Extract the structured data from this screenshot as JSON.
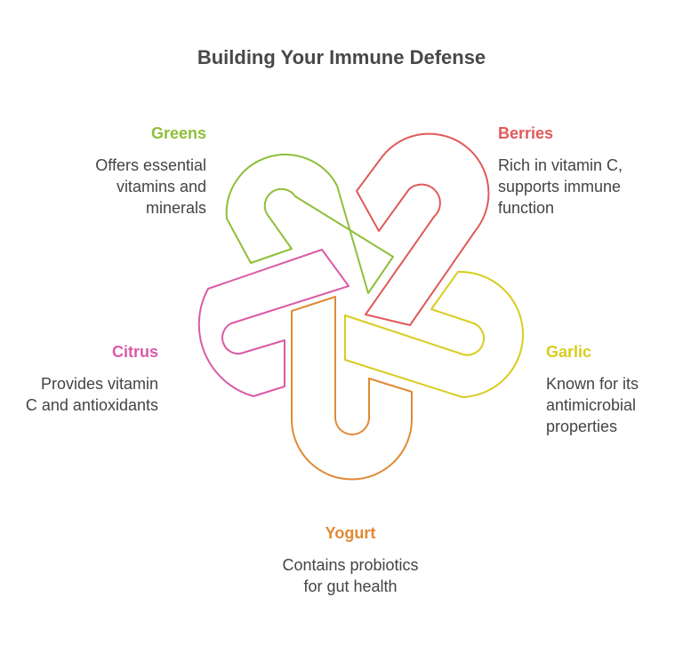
{
  "title": "Building Your Immune Defense",
  "items": [
    {
      "label": "Greens",
      "desc": "Offers essential vitamins and minerals",
      "color": "#8fbf3a"
    },
    {
      "label": "Berries",
      "desc": "Rich in vitamin C, supports immune function",
      "color": "#e05a5a"
    },
    {
      "label": "Garlic",
      "desc": "Known for its antimicrobial properties",
      "color": "#d9cc1f"
    },
    {
      "label": "Citrus",
      "desc": "Provides vitamin C and antioxidants",
      "color": "#db5aa8"
    },
    {
      "label": "Yogurt",
      "desc": "Contains probiotics for gut health",
      "color": "#e08a35"
    }
  ]
}
